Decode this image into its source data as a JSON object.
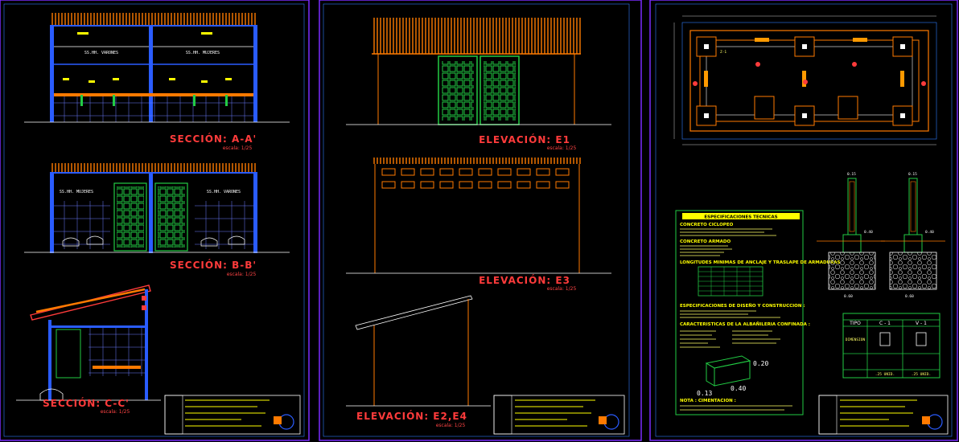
{
  "colors": {
    "background": "#000000",
    "sheet_border": "#7b2cff",
    "title": "#ff3b3b",
    "structure": "#2a5cff",
    "roof": "#ff7a00",
    "door": "#22cc44",
    "glass": "#1a8a3a",
    "dim": "#ffff00",
    "text": "#ffffff"
  },
  "panel1": {
    "section_a": {
      "title": "SECCIÓN: A-A'",
      "scale": "escala: 1/25",
      "room_left": "SS.HH. VARONES",
      "room_right": "SS.HH. MUJERES"
    },
    "section_b": {
      "title": "SECCIÓN: B-B'",
      "scale": "escala: 1/25",
      "room_left": "SS.HH. MUJERES",
      "room_right": "SS.HH. VARONES"
    },
    "section_c": {
      "title": "SECCIÓN: C-C'",
      "scale": "escala: 1/25"
    }
  },
  "panel2": {
    "e1": {
      "title": "ELEVACIÓN: E1",
      "scale": "escala: 1/25"
    },
    "e3": {
      "title": "ELEVACIÓN: E3",
      "scale": "escala: 1/25"
    },
    "e2e4": {
      "title": "ELEVACIÓN: E2,E4",
      "scale": "escala: 1/25"
    }
  },
  "panel3": {
    "foundation": {
      "zapata_label": "Z-1"
    },
    "specs": {
      "title": "ESPECIFICACIONES TECNICAS",
      "concreto_ciclopeo": "CONCRETO CICLOPEO",
      "concreto_armado": "CONCRETO ARMADO",
      "longitudes": "LONGITUDES MINIMAS DE ANCLAJE Y TRASLAPE DE ARMADURAS",
      "especificaciones": "ESPECIFICACIONES DE DISEÑO Y CONSTRUCCION :",
      "albanileria": "CARACTERISTICAS DE LA ALBAÑILERIA CONFINADA :",
      "nota": "NOTA : CIMENTACION :"
    },
    "brick": {
      "h": "0.20",
      "w": "0.13",
      "l": "0.40"
    },
    "column_details": {
      "top": "0.15",
      "mid": "0.40",
      "base": "0.60"
    },
    "column_table": {
      "h_tipo": "TIPO",
      "h_c1": "C - 1",
      "h_v1": "V - 1",
      "row_label": "DIMENSION",
      "dim_c1": ".25 UNID.",
      "dim_v1": ".25 UNID."
    }
  }
}
